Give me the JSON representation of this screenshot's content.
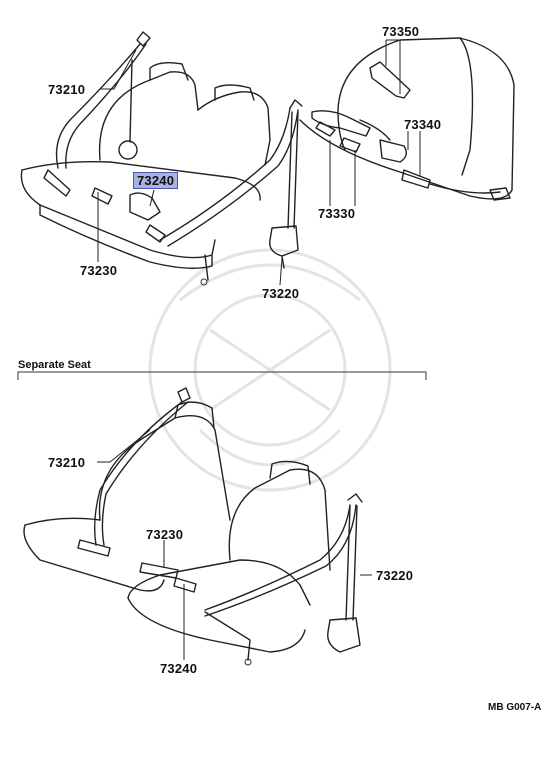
{
  "diagram": {
    "section_title": "Separate Seat",
    "figure_code": "MB G007-A",
    "top_labels": {
      "p73350": "73350",
      "p73210": "73210",
      "p73340": "73340",
      "p73240_selected": "73240",
      "p73330": "73330",
      "p73230": "73230",
      "p73220": "73220"
    },
    "bottom_labels": {
      "p73210": "73210",
      "p73230": "73230",
      "p73220": "73220",
      "p73240": "73240"
    },
    "highlight_color": "#a9b2e4"
  }
}
